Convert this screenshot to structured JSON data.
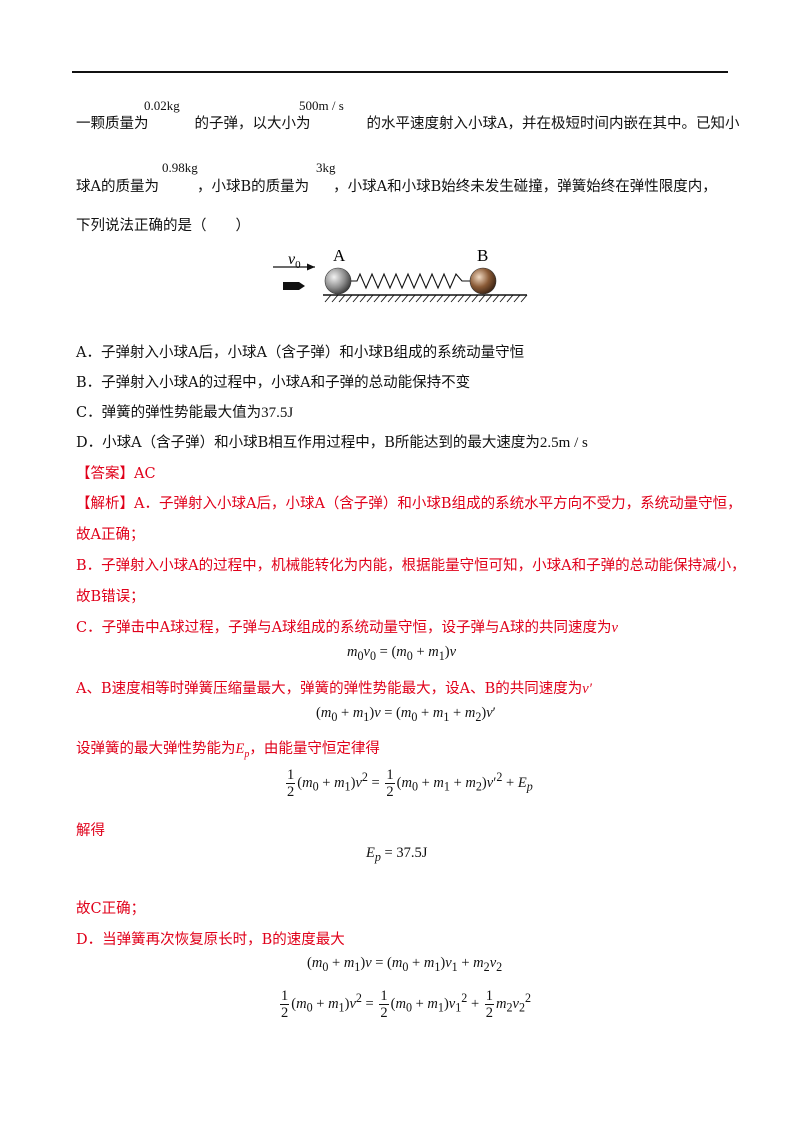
{
  "question": {
    "line1_a": "一颗质量为",
    "mass_bullet": "0.02kg",
    "line1_b": "的子弹，以大小为",
    "speed": "500m / s",
    "line1_c": "的水平速度射入小球A，并在极短时间内嵌在其中。已知小",
    "line2_a": "球A的质量为",
    "mass_a": "0.98kg",
    "line2_b": "，小球B的质量为",
    "mass_b": "3kg",
    "line2_c": "，小球A和小球B始终未发生碰撞，弹簧始终在弹性限度内，",
    "line3": "下列说法正确的是（　　）"
  },
  "figure": {
    "v0": "v",
    "v0_sub": "0",
    "label_a": "A",
    "label_b": "B"
  },
  "options": [
    {
      "id": "A",
      "text": "A．子弹射入小球A后，小球A（含子弹）和小球B组成的系统动量守恒"
    },
    {
      "id": "B",
      "text": "B．子弹射入小球A的过程中，小球A和子弹的总动能保持不变"
    },
    {
      "id": "C",
      "text": "C．弹簧的弹性势能最大值为",
      "value": "37.5J"
    },
    {
      "id": "D",
      "text": "D．小球A（含子弹）和小球B相互作用过程中，B所能达到的最大速度为",
      "value": "2.5m / s"
    }
  ],
  "answer": "【答案】AC",
  "analysis": {
    "l1": "【解析】A．子弹射入小球A后，小球A（含子弹）和小球B组成的系统水平方向不受力，系统动量守恒，",
    "l2": "故A正确；",
    "l3": "B．子弹射入小球A的过程中，机械能转化为内能，根据能量守恒可知，小球A和子弹的总动能保持减小，",
    "l4": "故B错误；",
    "l5": "C．子弹击中A球过程，子弹与A球组成的系统动量守恒，设子弹与A球的共同速度为",
    "l5_var": "v",
    "l6": "A、B速度相等时弹簧压缩量最大，弹簧的弹性势能最大，设A、B的共同速度为",
    "l6_var": "v′",
    "l7": "设弹簧的最大弹性势能为",
    "l7_var": "E",
    "l7_sub": "p",
    "l7_b": "，由能量守恒定律得",
    "l8": "解得",
    "l9": "故C正确；",
    "l10": "D．当弹簧再次恢复原长时，B的速度最大"
  }
}
